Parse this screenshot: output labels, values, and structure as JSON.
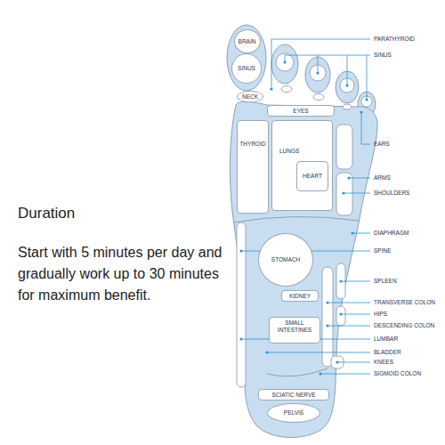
{
  "diagram": {
    "title": "Duration",
    "nodes": [
      {
        "text": [
          "BRAIN"
        ]
      },
      {
        "text": [
          "SINUS"
        ]
      },
      {
        "text": [
          "NECK"
        ]
      },
      {
        "text": [
          "EYES"
        ]
      },
      {
        "text": [
          "THYROID"
        ]
      },
      {
        "text": [
          "LUNGS"
        ]
      },
      {
        "text": [
          "HEART"
        ],
        "in": 5
      },
      {
        "text": [
          "STOMACH"
        ]
      },
      {
        "text": [
          "KIDNEY"
        ]
      },
      {
        "text": [
          "SMALL INTESTINES"
        ]
      },
      {
        "text": [
          "SCIATIC NERVE"
        ]
      },
      {
        "text": [
          "PELVIS"
        ]
      }
    ],
    "labels": [
      "Start with 5 minutes per day and gradually work up to 30 minutes for maximum benefit.",
      "PARATHYROID",
      "SINUS",
      "EARS",
      "ARMS",
      "SHOULDERS",
      "DIAPHRAGM",
      "SPINE",
      "SPLEEN",
      "TRANSVERSE COLON",
      "HIPS",
      "DESCENDING COLON",
      "LUMBAR",
      "BLADDER",
      "KNEES",
      "SIGMOID COLON"
    ]
  }
}
